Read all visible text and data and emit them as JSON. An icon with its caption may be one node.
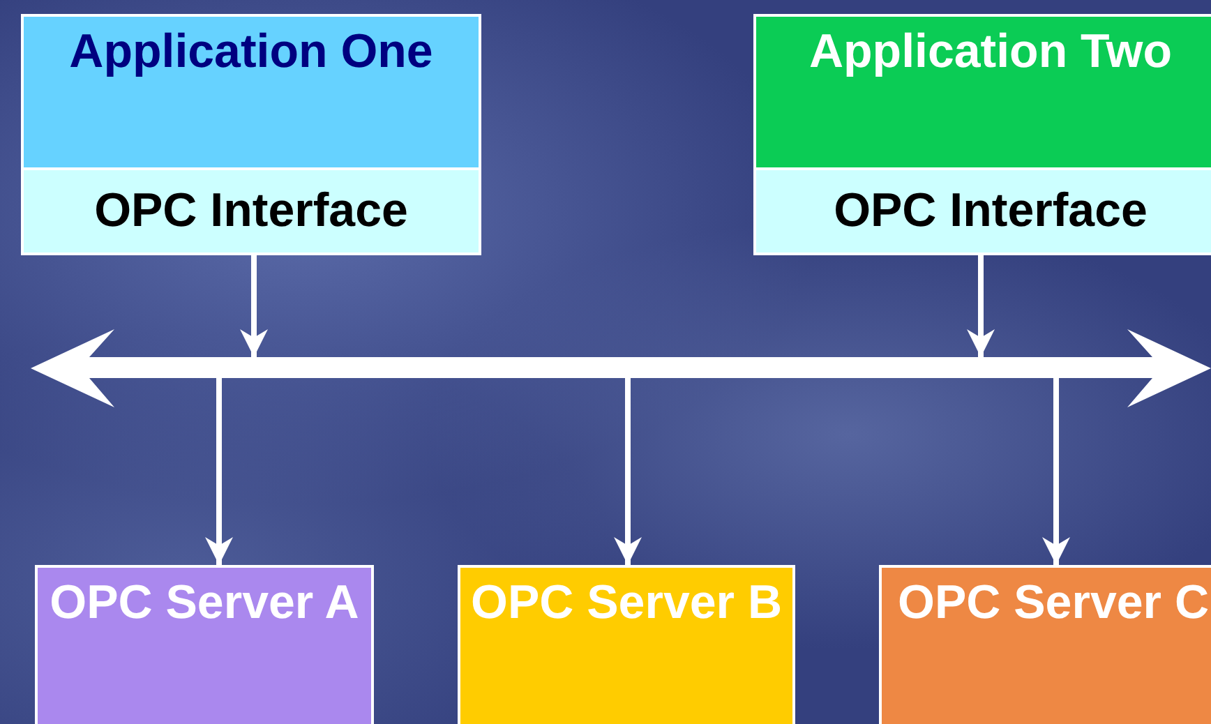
{
  "diagram": {
    "nodes": [
      {
        "text": [
          "Application One"
        ]
      },
      {
        "text": [
          "OPC Interface"
        ]
      },
      {
        "text": [
          "Application Two"
        ]
      },
      {
        "text": [
          "OPC Interface"
        ]
      },
      {
        "text": [],
        "shape": "bar"
      },
      {
        "text": [
          "OPC Server A"
        ]
      },
      {
        "text": [
          "OPC Server B"
        ]
      },
      {
        "text": [
          "OPC Server C"
        ]
      }
    ],
    "edges": [
      {
        "from": 1,
        "to": 4,
        "arrow": "to"
      },
      {
        "from": 3,
        "to": 4,
        "arrow": "to"
      },
      {
        "from": 4,
        "to": 5,
        "arrow": "to"
      },
      {
        "from": 4,
        "to": 6,
        "arrow": "to"
      },
      {
        "from": 4,
        "to": 7,
        "arrow": "to"
      }
    ]
  }
}
